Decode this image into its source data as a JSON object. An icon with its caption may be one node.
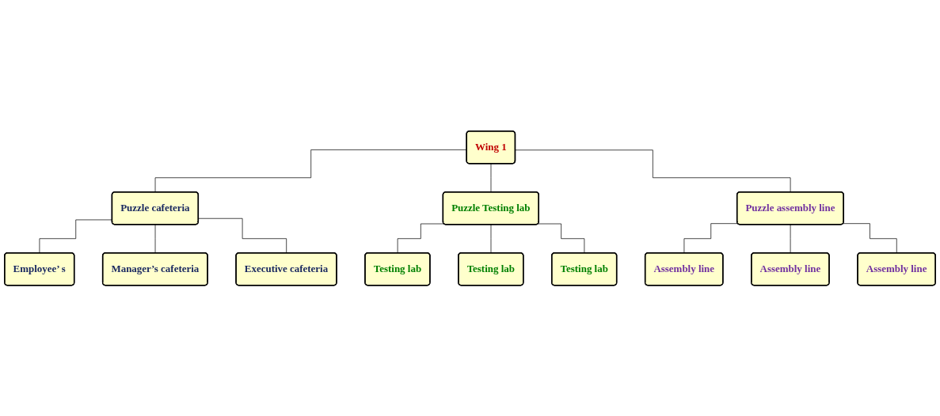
{
  "diagram": {
    "nodes": [
      {
        "text": [
          "Wing 1"
        ]
      },
      {
        "text": [
          "Puzzle cafeteria"
        ]
      },
      {
        "text": [
          "Puzzle Testing lab"
        ]
      },
      {
        "text": [
          "Puzzle assembly line"
        ]
      },
      {
        "text": [
          "Employee’ s"
        ]
      },
      {
        "text": [
          "Manager’s cafeteria"
        ]
      },
      {
        "text": [
          "Executive cafeteria"
        ]
      },
      {
        "text": [
          "Testing lab"
        ]
      },
      {
        "text": [
          "Testing lab"
        ]
      },
      {
        "text": [
          "Testing lab"
        ]
      },
      {
        "text": [
          "Assembly line"
        ]
      },
      {
        "text": [
          "Assembly line"
        ]
      },
      {
        "text": [
          "Assembly line"
        ]
      }
    ],
    "edges": [
      {
        "from": 0,
        "to": 1,
        "arrow": "none"
      },
      {
        "from": 0,
        "to": 2,
        "arrow": "none"
      },
      {
        "from": 0,
        "to": 3,
        "arrow": "none"
      },
      {
        "from": 1,
        "to": 4,
        "arrow": "none"
      },
      {
        "from": 1,
        "to": 5,
        "arrow": "none"
      },
      {
        "from": 1,
        "to": 6,
        "arrow": "none"
      },
      {
        "from": 2,
        "to": 7,
        "arrow": "none"
      },
      {
        "from": 2,
        "to": 8,
        "arrow": "none"
      },
      {
        "from": 2,
        "to": 9,
        "arrow": "none"
      },
      {
        "from": 3,
        "to": 10,
        "arrow": "none"
      },
      {
        "from": 3,
        "to": 11,
        "arrow": "none"
      },
      {
        "from": 3,
        "to": 12,
        "arrow": "none"
      }
    ]
  }
}
